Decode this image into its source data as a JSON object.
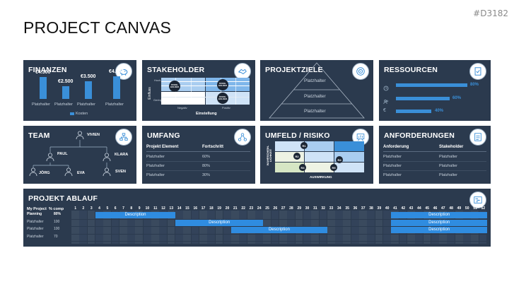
{
  "code": "#D3182",
  "title": "PROJECT CANVAS",
  "colors": {
    "panel": "#2b3a4e",
    "accent": "#3a8fd8",
    "light": "#9ec8ef"
  },
  "finanzen": {
    "title": "FINANZEN",
    "icon": "piggy-bank-icon",
    "amounts": [
      "€4.300",
      "€2.500",
      "€3.500",
      "€4.500"
    ],
    "labels": [
      "Platzhalter",
      "Platzhalter",
      "Platzhalter",
      "Platzhalter"
    ],
    "values": [
      4300,
      2500,
      3500,
      4500
    ],
    "legend": "Kosten"
  },
  "stakeholder": {
    "title": "STAKEHOLDER",
    "icon": "handshake-icon",
    "y_label": "Einfluss",
    "x_label": "Einstellung",
    "x_ticks": [
      "Negativ",
      "Positiv"
    ],
    "y_ticks": [
      "Hoch",
      "Gering"
    ],
    "bubbles": [
      "STAKE-HOLDER",
      "STAKE-HOLDER",
      "STAKE-HOLDER"
    ]
  },
  "projektziele": {
    "title": "PROJEKTZIELE",
    "icon": "target-icon",
    "levels": [
      "Platzhalter",
      "Platzhalter",
      "Platzhalter"
    ]
  },
  "ressourcen": {
    "title": "RESSOURCEN",
    "icon": "document-check-icon",
    "items": [
      {
        "icon": "clock-icon",
        "value": 0.8,
        "label": "80%"
      },
      {
        "icon": "people-icon",
        "value": 0.6,
        "label": "60%"
      },
      {
        "icon": "euro-icon",
        "value": 0.4,
        "label": "40%"
      }
    ]
  },
  "team": {
    "title": "TEAM",
    "icon": "org-chart-icon",
    "members": [
      "VIVIEN",
      "PAUL",
      "KLARA",
      "JÖRG",
      "EVA",
      "SVEN"
    ]
  },
  "umfang": {
    "title": "UMFANG",
    "icon": "network-icon",
    "headers": [
      "Projekt Element",
      "Fortschritt"
    ],
    "rows": [
      [
        "Platzhalter",
        "60%"
      ],
      [
        "Platzhalter",
        "80%"
      ],
      [
        "Platzhalter",
        "30%"
      ]
    ]
  },
  "umfeld": {
    "title": "UMFELD / RISIKO",
    "icon": "chart-board-icon",
    "y_label": "WAHRSCHEIN-LICHKEIT",
    "x_label": "AUSWIRKUNG",
    "risks": [
      "R1",
      "R2",
      "R3",
      "R4",
      "R5"
    ]
  },
  "anforderungen": {
    "title": "ANFORDERUNGEN",
    "icon": "checklist-icon",
    "headers": [
      "Anforderung",
      "Stakeholder"
    ],
    "rows": [
      [
        "Platzhalter",
        "Platzhalter"
      ],
      [
        "Platzhalter",
        "Platzhalter"
      ],
      [
        "Platzhalter",
        "Platzhalter"
      ]
    ]
  },
  "ablauf": {
    "title": "PROJEKT ABLAUF",
    "icon": "gantt-icon",
    "col_project": "My Project",
    "col_comp": "% comp",
    "weeks": [
      "1",
      "2",
      "3",
      "4",
      "5",
      "6",
      "7",
      "8",
      "9",
      "10",
      "11",
      "12",
      "13",
      "14",
      "15",
      "16",
      "17",
      "18",
      "19",
      "20",
      "21",
      "22",
      "23",
      "24",
      "25",
      "26",
      "27",
      "28",
      "29",
      "30",
      "31",
      "32",
      "33",
      "34",
      "35",
      "36",
      "37",
      "38",
      "39",
      "40",
      "41",
      "42",
      "43",
      "44",
      "45",
      "46",
      "47",
      "48",
      "49",
      "50",
      "51",
      "52"
    ],
    "rows": [
      {
        "name": "Planning",
        "comp": "80%",
        "bars": [
          {
            "start": 4,
            "end": 13,
            "label": "Description"
          },
          {
            "start": 41,
            "end": 52,
            "label": "Description"
          }
        ]
      },
      {
        "name": "Platzhalter",
        "comp": "100",
        "bars": [
          {
            "start": 14,
            "end": 24,
            "label": "Description"
          },
          {
            "start": 41,
            "end": 52,
            "label": "Description"
          }
        ]
      },
      {
        "name": "Platzhalter",
        "comp": "100",
        "bars": [
          {
            "start": 21,
            "end": 32,
            "label": "Description"
          },
          {
            "start": 41,
            "end": 52,
            "label": "Description"
          }
        ]
      },
      {
        "name": "Platzhalter",
        "comp": "70",
        "bars": []
      }
    ]
  }
}
